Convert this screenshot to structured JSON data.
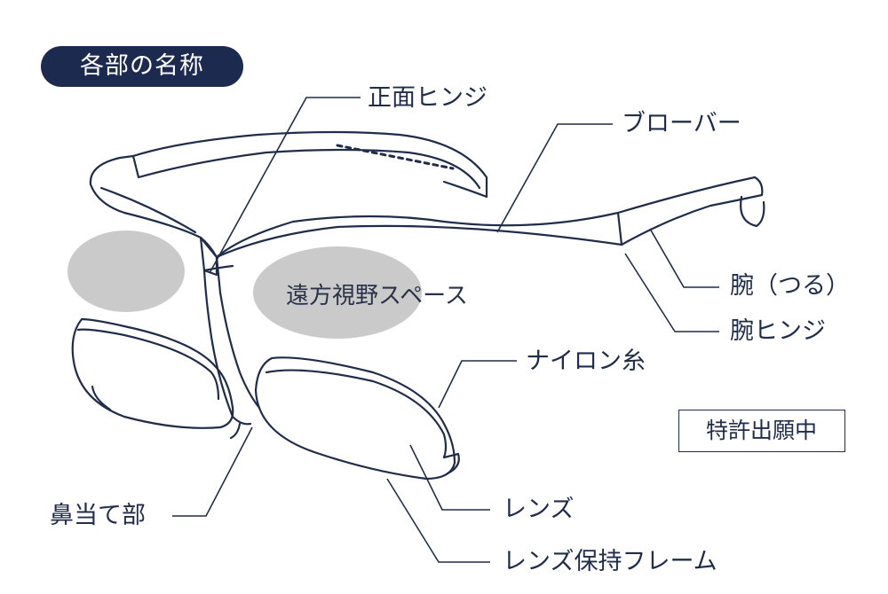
{
  "title": "各部の名称",
  "labels": {
    "front_hinge": "正面ヒンジ",
    "brow_bar": "ブローバー",
    "temple": "腕（つる）",
    "temple_hinge": "腕ヒンジ",
    "nylon_thread": "ナイロン糸",
    "nose_pad": "鼻当て部",
    "lens": "レンズ",
    "lens_frame": "レンズ保持フレーム",
    "distance_view": "遠方視野スペース"
  },
  "patent": "特許出願中",
  "colors": {
    "navy": "#1c2a4f",
    "line": "#1f2d4a",
    "vision_zone": "#c4c4c4"
  }
}
